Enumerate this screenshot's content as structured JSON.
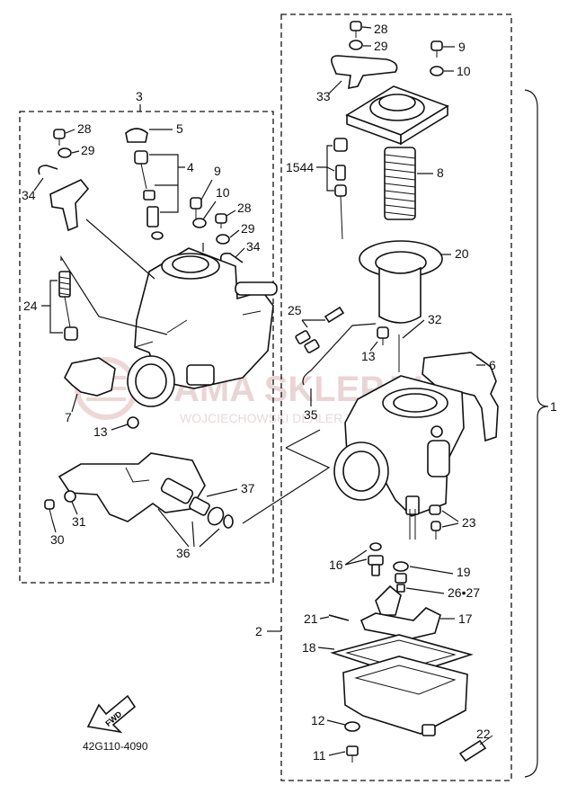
{
  "diagram": {
    "drawing_code": "42G110-4090",
    "fwd_label": "FWD",
    "watermark": {
      "main": "YAMA SKLEP.PL",
      "sub": "WOJCIECHOWSKI DEALER YAMAHA"
    },
    "group_labels": {
      "assembly_1": "1",
      "body_2": "2",
      "bracket_3": "3"
    },
    "callouts": [
      {
        "id": "c28a",
        "text": "28"
      },
      {
        "id": "c29a",
        "text": "29"
      },
      {
        "id": "c33",
        "text": "33"
      },
      {
        "id": "c9a",
        "text": "9"
      },
      {
        "id": "c10a",
        "text": "10"
      },
      {
        "id": "c1544",
        "text": "1544"
      },
      {
        "id": "c8",
        "text": "8"
      },
      {
        "id": "c20",
        "text": "20"
      },
      {
        "id": "c25",
        "text": "25"
      },
      {
        "id": "c32",
        "text": "32"
      },
      {
        "id": "c13a",
        "text": "13"
      },
      {
        "id": "c6",
        "text": "6"
      },
      {
        "id": "c35",
        "text": "35"
      },
      {
        "id": "c23",
        "text": "23"
      },
      {
        "id": "c16",
        "text": "16"
      },
      {
        "id": "c19",
        "text": "19"
      },
      {
        "id": "c2627",
        "text": "26•27"
      },
      {
        "id": "c21",
        "text": "21"
      },
      {
        "id": "c17",
        "text": "17"
      },
      {
        "id": "c18",
        "text": "18"
      },
      {
        "id": "c12",
        "text": "12"
      },
      {
        "id": "c22",
        "text": "22"
      },
      {
        "id": "c11",
        "text": "11"
      },
      {
        "id": "c28b",
        "text": "28"
      },
      {
        "id": "c29b",
        "text": "29"
      },
      {
        "id": "c34a",
        "text": "34"
      },
      {
        "id": "c5",
        "text": "5"
      },
      {
        "id": "c4",
        "text": "4"
      },
      {
        "id": "c9b",
        "text": "9"
      },
      {
        "id": "c10b",
        "text": "10"
      },
      {
        "id": "c28c",
        "text": "28"
      },
      {
        "id": "c29c",
        "text": "29"
      },
      {
        "id": "c34b",
        "text": "34"
      },
      {
        "id": "c24",
        "text": "24"
      },
      {
        "id": "c7",
        "text": "7"
      },
      {
        "id": "c13b",
        "text": "13"
      },
      {
        "id": "c37",
        "text": "37"
      },
      {
        "id": "c31",
        "text": "31"
      },
      {
        "id": "c30",
        "text": "30"
      },
      {
        "id": "c36",
        "text": "36"
      }
    ]
  }
}
